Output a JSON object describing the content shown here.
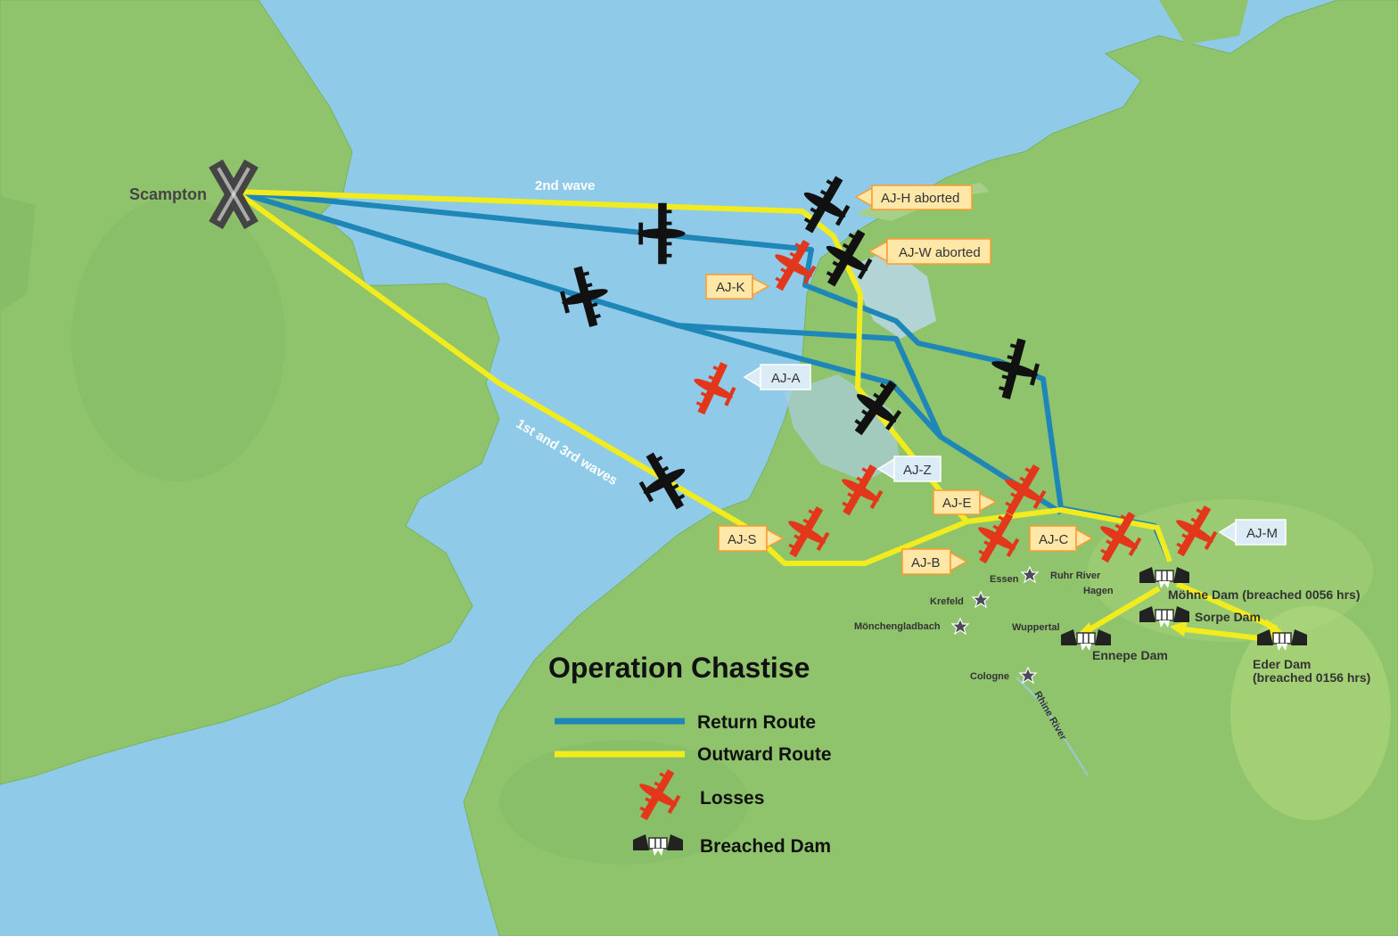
{
  "map": {
    "title": "Operation Chastise",
    "colors": {
      "sea": "#8fcbe8",
      "land": "#8fc46d",
      "return_route": "#1f86b8",
      "outward_route": "#f2ec1f",
      "loss": "#e3371b",
      "plane": "#111111",
      "box_fill": "#ffe7a8",
      "box_fill_blue": "#dcecf7",
      "box_stroke": "#ff9a2e"
    },
    "base": {
      "name": "Scampton",
      "icon": "runway-cross-icon"
    },
    "waves": {
      "second": "2nd wave",
      "first_third": "1st and 3rd waves"
    },
    "aircraft_labels": {
      "ajh": "AJ-H aborted",
      "ajw": "AJ-W aborted",
      "ajk": "AJ-K",
      "aja": "AJ-A",
      "ajz": "AJ-Z",
      "aje": "AJ-E",
      "ajs": "AJ-S",
      "ajb": "AJ-B",
      "ajc": "AJ-C",
      "ajm": "AJ-M"
    },
    "cities": {
      "essen": "Essen",
      "krefeld": "Krefeld",
      "monchengladbach": "Mönchengladbach",
      "cologne": "Cologne",
      "wuppertal": "Wuppertal",
      "hagen": "Hagen"
    },
    "rivers": {
      "ruhr": "Ruhr River",
      "rhine": "Rhine River"
    },
    "dams": {
      "mohne": "Möhne Dam (breached 0056 hrs)",
      "sorpe": "Sorpe Dam",
      "ennepe": "Ennepe Dam",
      "eder_1": "Eder Dam",
      "eder_2": "(breached 0156 hrs)"
    },
    "legend": {
      "return": "Return Route",
      "outward": "Outward Route",
      "losses": "Losses",
      "breached": "Breached Dam"
    }
  }
}
